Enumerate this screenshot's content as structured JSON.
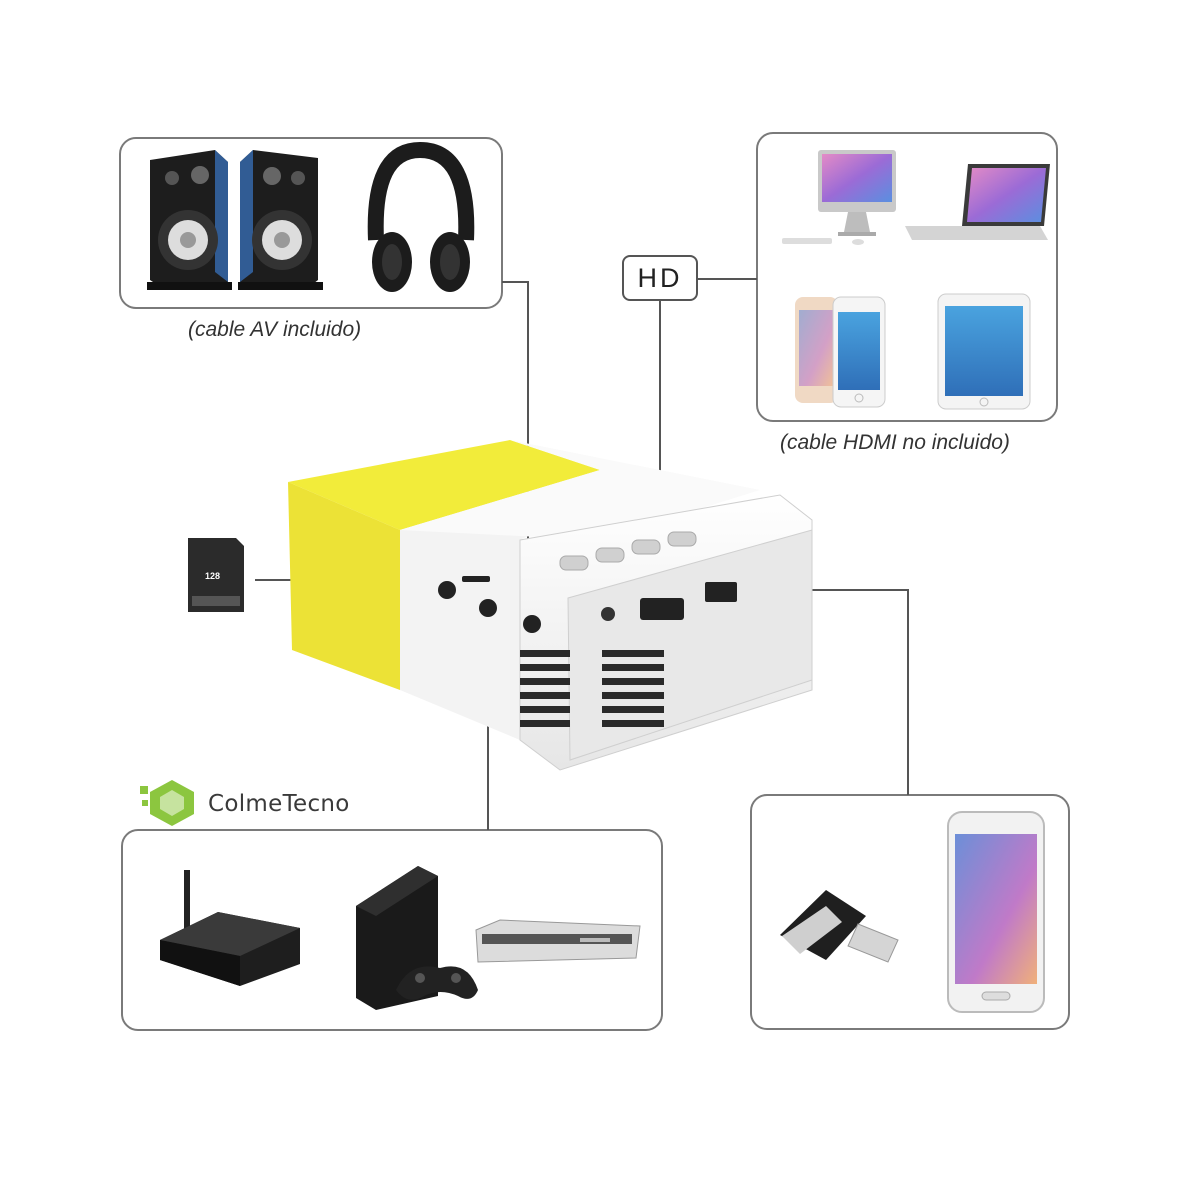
{
  "captions": {
    "av": "(cable AV incluido)",
    "hdmi": "(cable HDMI no incluido)"
  },
  "hd_label": "HD",
  "brand": {
    "name": "ColmeTecno",
    "accent": "#8cc63f"
  },
  "sd_card_label": "128",
  "colors": {
    "projector_yellow": "#f2ec3a",
    "projector_white": "#f3f3f3",
    "line": "#555555",
    "panel_border": "#7a7a7a"
  },
  "icons": [
    "speakers-icon",
    "headphones-icon",
    "imac-icon",
    "laptop-icon",
    "iphone-icon",
    "ipad-icon",
    "sd-card-icon",
    "tv-box-icon",
    "game-console-icon",
    "dvd-player-icon",
    "usb-drive-icon",
    "smartphone-icon"
  ]
}
